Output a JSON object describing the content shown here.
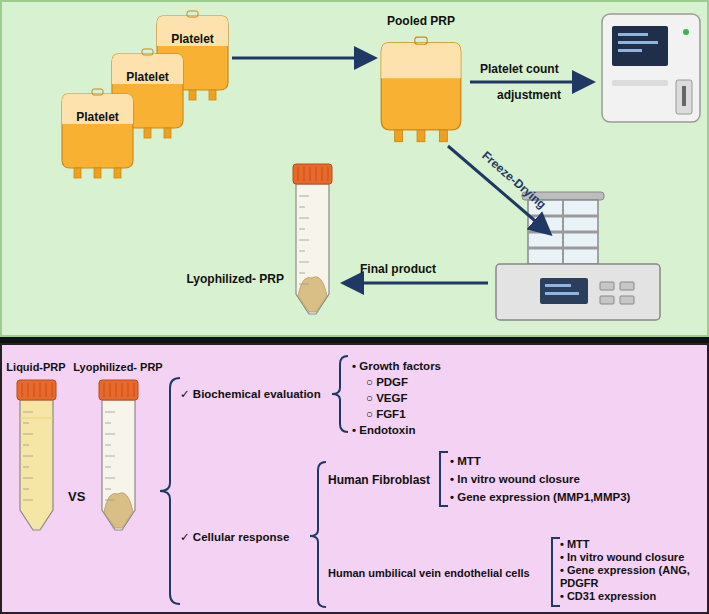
{
  "diagram": {
    "nodes": [
      {
        "text": [
          "Platelet"
        ]
      },
      {
        "text": [
          "Platelet"
        ]
      },
      {
        "text": [
          "Platelet"
        ]
      },
      {
        "text": [
          "Pooled PRP"
        ]
      },
      {
        "text": [
          "Lyophilized- PRP"
        ]
      },
      {
        "text": [
          "Liquid-PRP"
        ]
      },
      {
        "text": [
          "Lyophilized- PRP"
        ]
      }
    ],
    "edges": [
      {
        "from": 0,
        "to": 3,
        "arrow": "to"
      }
    ],
    "labels": [
      "Platelet count",
      "adjustment",
      "Freeze-Drying",
      "Final product",
      "VS",
      "✓ Biochemical evaluation",
      "• Growth factors",
      "○ PDGF",
      "○ VEGF",
      "○ FGF1",
      "• Endotoxin",
      "✓ Cellular response",
      "Human Fibroblast",
      "• MTT",
      "• In vitro wound closure",
      "• Gene expression (MMP1,MMP3)",
      "Human umbilical vein endothelial cells",
      "• MTT",
      "• In vitro wound closure",
      "• Gene expression (ANG, PDGFR",
      "• CD31 expression"
    ]
  }
}
